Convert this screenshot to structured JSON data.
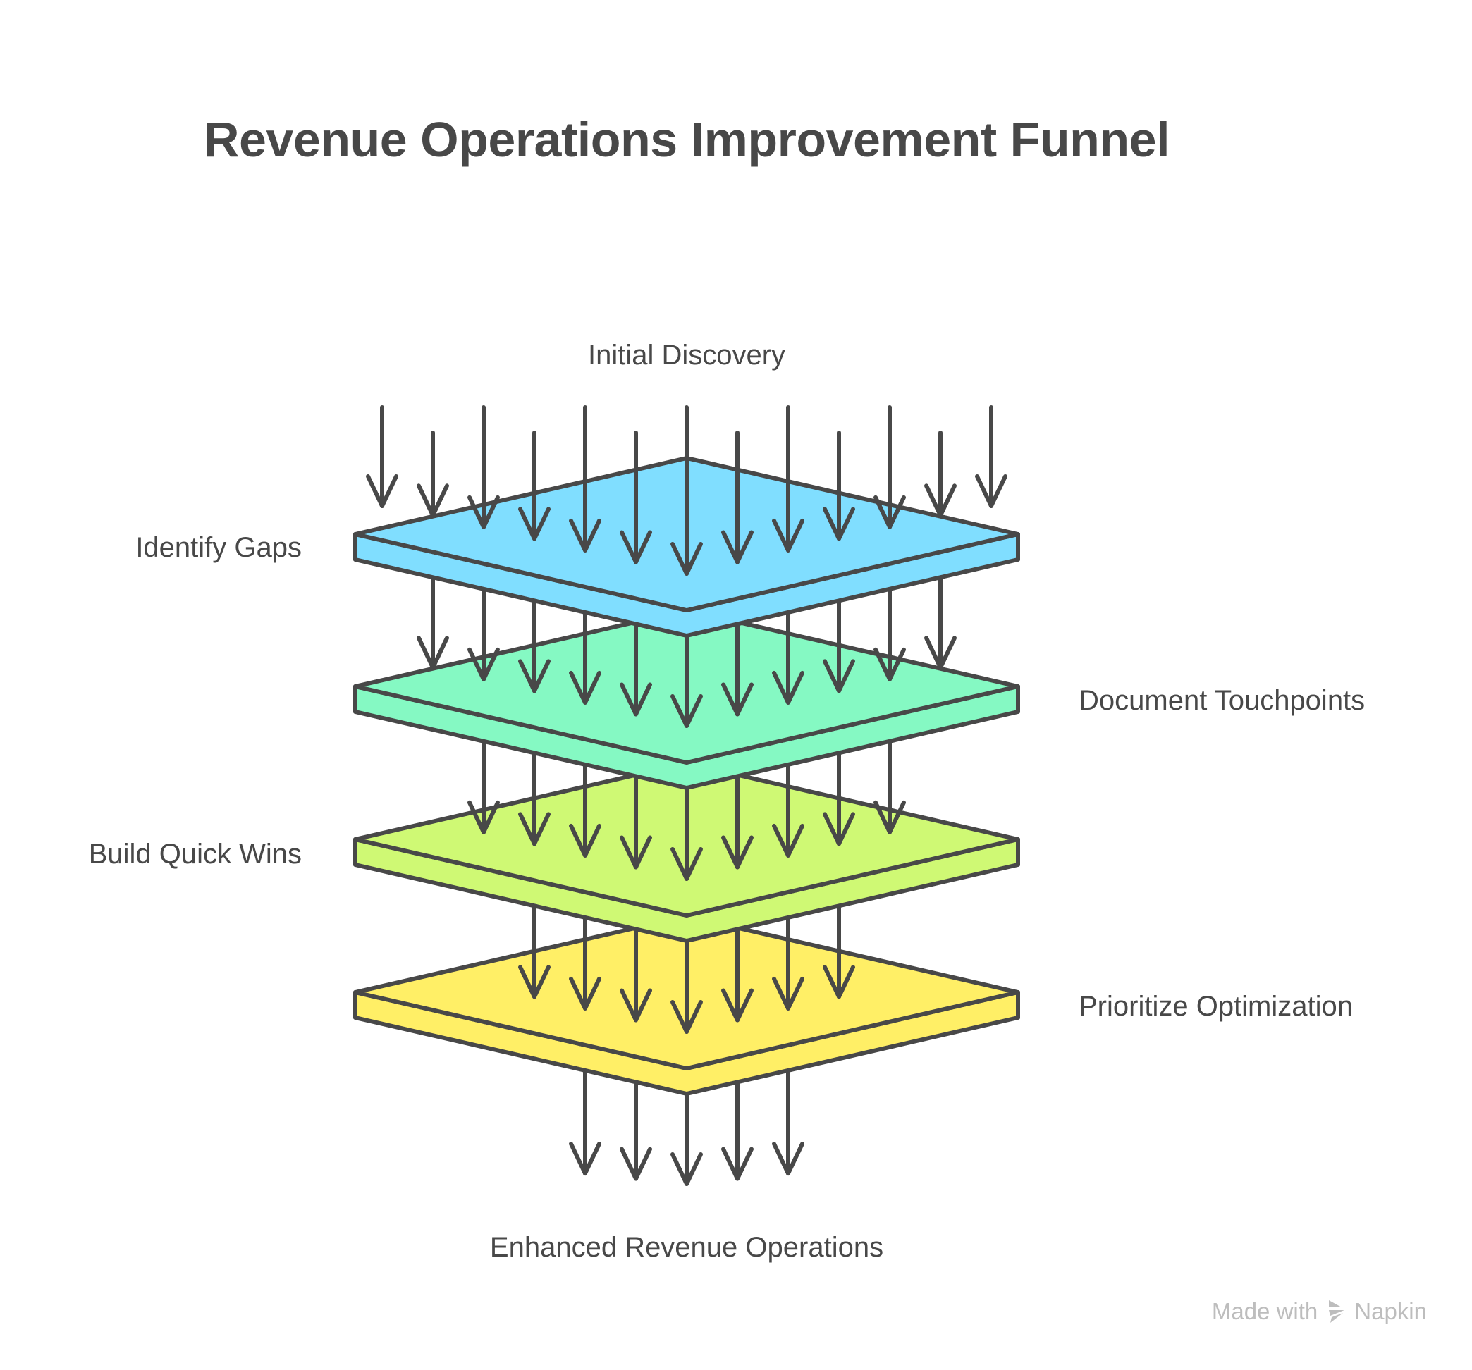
{
  "title": "Revenue Operations Improvement Funnel",
  "input_label": "Initial Discovery",
  "output_label": "Enhanced Revenue Operations",
  "layers": [
    {
      "label": "Identify Gaps",
      "side": "left",
      "color": "#80DEFF",
      "arrows_in": 13
    },
    {
      "label": "Document Touchpoints",
      "side": "right",
      "color": "#85F9C3",
      "arrows_in": 11
    },
    {
      "label": "Build Quick Wins",
      "side": "left",
      "color": "#CFF974",
      "arrows_in": 9
    },
    {
      "label": "Prioritize Optimization",
      "side": "right",
      "color": "#FFEF66",
      "arrows_in": 7
    }
  ],
  "output_arrows": 5,
  "stroke_color": "#484848",
  "watermark": {
    "prefix": "Made with",
    "brand": "Napkin",
    "icon": "napkin-logo-icon"
  }
}
